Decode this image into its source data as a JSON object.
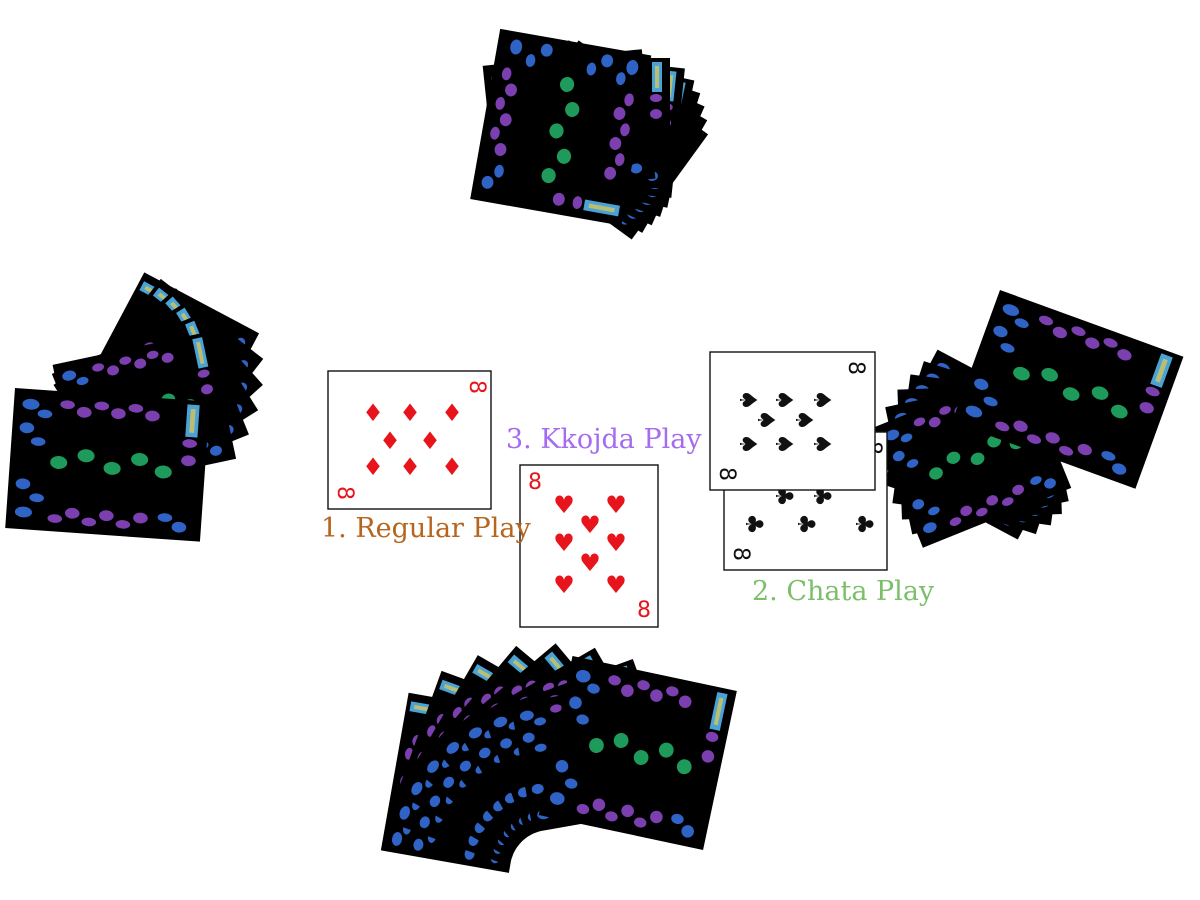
{
  "colors": {
    "back_blue": "#2f63c5",
    "back_purple": "#7b3fb0",
    "back_green": "#1e9a5a",
    "back_strip": "#4aa3d6",
    "red_suit": "#e8141b",
    "black_suit": "#111111",
    "label_regular": "#b5651d",
    "label_chata": "#7cbf6a",
    "label_kkojda": "#a56cf0"
  },
  "icons": {
    "diamond": "diamond-icon",
    "heart": "heart-icon",
    "spade": "spade-icon",
    "club": "club-icon"
  },
  "hands": {
    "top": {
      "card_count": 9
    },
    "left": {
      "card_count": 7
    },
    "right": {
      "card_count": 7
    },
    "bottom": {
      "card_count": 9
    }
  },
  "plays": {
    "regular": {
      "label": "1. Regular Play",
      "card": {
        "rank": "8",
        "suit": "diamond",
        "suit_glyph": "♦"
      }
    },
    "chata": {
      "label": "2. Chata Play",
      "cards": [
        {
          "rank": "8",
          "suit": "club",
          "suit_glyph": "♣"
        },
        {
          "rank": "8",
          "suit": "spade",
          "suit_glyph": "♠"
        }
      ]
    },
    "kkojda": {
      "label": "3. Kkojda Play",
      "card": {
        "rank": "8",
        "suit": "heart",
        "suit_glyph": "♥"
      }
    }
  }
}
